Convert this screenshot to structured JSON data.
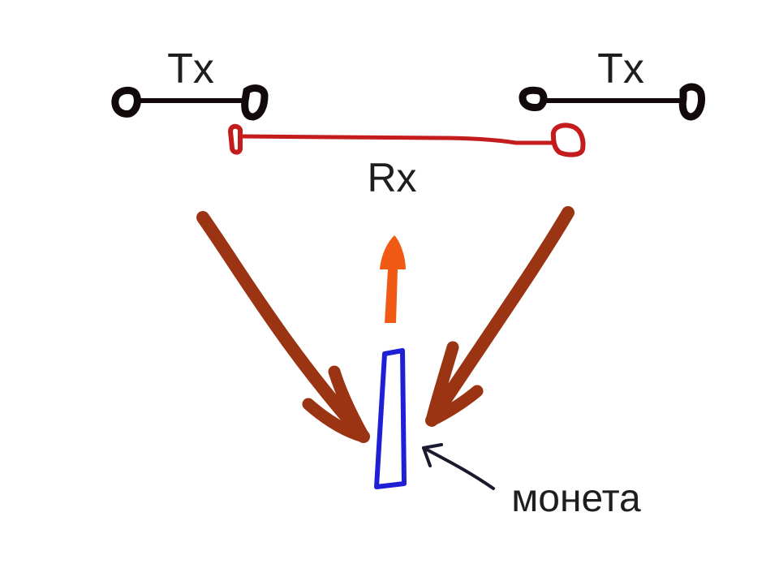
{
  "labels": {
    "tx_left": "Tx",
    "tx_right": "Tx",
    "rx": "Rx",
    "coin": "монета"
  },
  "colors": {
    "tx_coil": "#120a0a",
    "rx_coil": "#c41c1c",
    "incoming_arrows": "#9a3412",
    "outgoing_arrow": "#f05a14",
    "coin": "#1f1fd6",
    "pointer": "#1a1a2e"
  },
  "icons": {
    "tx_left": "tx-coil-left-icon",
    "tx_right": "tx-coil-right-icon",
    "rx": "rx-coil-icon",
    "coin": "coin-icon"
  }
}
